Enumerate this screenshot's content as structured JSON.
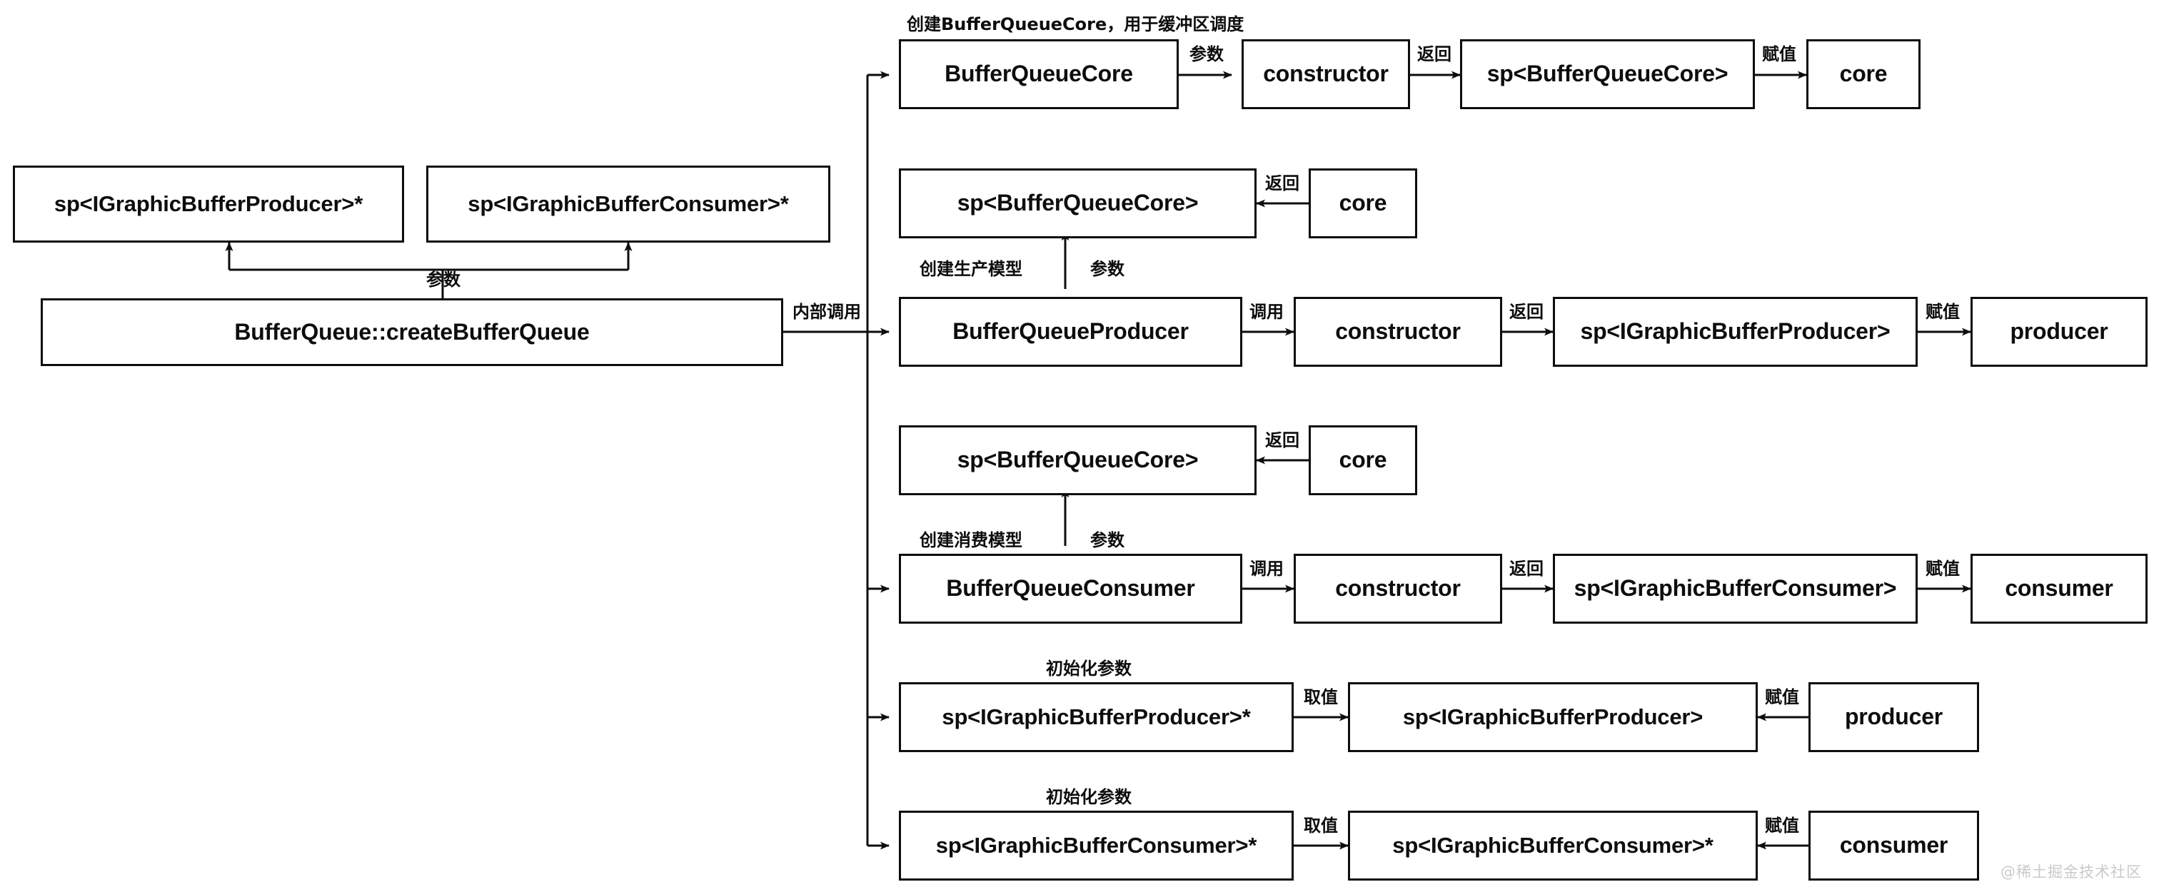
{
  "diagram": {
    "title_watermark": "@稀土掘金技术社区",
    "nodes": {
      "producer_param": "sp<IGraphicBufferProducer>*",
      "consumer_param": "sp<IGraphicBufferConsumer>*",
      "entry": "BufferQueue::createBufferQueue",
      "r1_a": "BufferQueueCore",
      "r1_b": "constructor",
      "r1_c": "sp<BufferQueueCore>",
      "r1_d": "core",
      "r2_a": "sp<BufferQueueCore>",
      "r2_b": "core",
      "r3_a": "BufferQueueProducer",
      "r3_b": "constructor",
      "r3_c": "sp<IGraphicBufferProducer>",
      "r3_d": "producer",
      "r4_a": "sp<BufferQueueCore>",
      "r4_b": "core",
      "r5_a": "BufferQueueConsumer",
      "r5_b": "constructor",
      "r5_c": "sp<IGraphicBufferConsumer>",
      "r5_d": "consumer",
      "r6_a": "sp<IGraphicBufferProducer>*",
      "r6_b": "sp<IGraphicBufferProducer>",
      "r6_c": "producer",
      "r7_a": "sp<IGraphicBufferConsumer>*",
      "r7_b": "sp<IGraphicBufferConsumer>*",
      "r7_c": "consumer"
    },
    "edge_labels": {
      "create_core_note": "创建BufferQueueCore，用于缓冲区调度",
      "param_to_args": "参数",
      "internal_call": "内部调用",
      "r1_param": "参数",
      "r1_return": "返回",
      "r1_assign": "赋值",
      "r2_return": "返回",
      "r2_param": "参数",
      "r3_note": "创建生产模型",
      "r3_call": "调用",
      "r3_return": "返回",
      "r3_assign": "赋值",
      "r4_return": "返回",
      "r4_param": "参数",
      "r5_note": "创建消费模型",
      "r5_call": "调用",
      "r5_return": "返回",
      "r5_assign": "赋值",
      "r6_note": "初始化参数",
      "r6_take": "取值",
      "r6_assign": "赋值",
      "r7_note": "初始化参数",
      "r7_take": "取值",
      "r7_assign": "赋值"
    },
    "colors": {
      "stroke": "#0d0d0d",
      "background": "#ffffff",
      "watermark": "#c9c9c9"
    }
  }
}
